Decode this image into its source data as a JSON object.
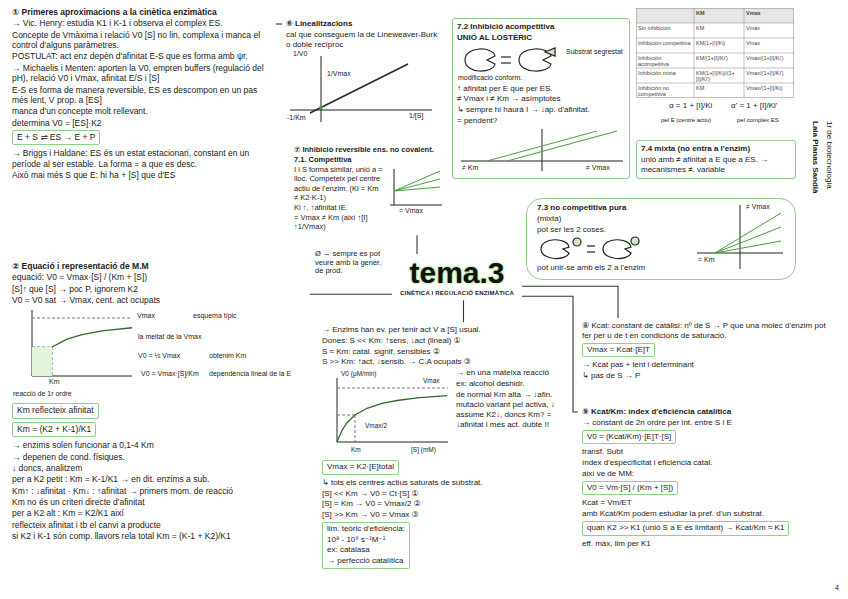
{
  "diagram": {
    "nodes": [
      {
        "text": [
          "tema.3",
          "CINÈTICA I REGULACIÓ ENZIMÀTICA"
        ]
      },
      {
        "text": [
          "① Primeres aproximacions a la cinètica enzimàtica",
          "→ Vic. Henry: estudia K1 i K-1 i observa el complex ES.",
          "Concepte de Vmàxima i relació V0 [S] no lin, complexa i manca el control d'alguns paràmetres.",
          "POSTULAT: act enz depèn d'afinitat E-S que es forma amb ψr.",
          "→ Michaelis i Menten: aporten la V0, empren buffers (regulació del pH), relació V0 i Vmax, afinitat E/S i [S]",
          "E-S es forma de manera reversible, ES es descompon en un pas més lent, V prop. a [ES]",
          "manca d'un concepte molt rellevant.",
          "determina V0 = [ES]·K2",
          "→ Briggs i Haldane: ES és un estat estacionari, constant en un període al ser estable. La forma = a que es desc.",
          "Això mai més S que E: hi ha + [S] que d'ES"
        ]
      },
      {
        "text": [
          "E + S ⇌ ES → E + P"
        ],
        "in": 1
      },
      {
        "text": [
          "② Equació i representació de M.M",
          "equació: V0 = Vmax·[S] / (Km + [S])",
          "[S]↑ que [S] → poc P, ignorem K2",
          "V0 = V0 sat → Vmax, cent. act ocupats",
          "→ enzims solen funcionar a 0,1-4 Km",
          "→ depenen de cond. físiques.",
          "↓ doncs, analitzem",
          "per a K2 petit : Km = K-1/K1 → en dit. enzims a sub.",
          "Km↑ : ↓afinitat · Km↓ : ↑afinitat → primers mom. de reacció",
          "Km no és un criteri directe d'afinitat",
          "per a K2 alt : Km = K2/K1 així",
          "reflecteix afinitat i tb el canvi a producte",
          "si K2 i K-1 són comp. llavors rela total Km = (K-1 + K2)/K1"
        ]
      },
      {
        "text": [
          "Km reflecteix afinitat"
        ],
        "in": 3
      },
      {
        "text": [
          "Km = (K2 + K-1)/K1"
        ],
        "in": 3
      },
      {
        "text": [
          "⑥ Linealitzacions",
          "cal que conseguem la de Lineweaver-Burk o doble recíproc"
        ]
      },
      {
        "text": [
          "⑦ Inhibició reversible ens. no covalent.",
          "7.1. Competitiva",
          "I i S forma similar, unió a = lloc. Competeix pel centre actiu de l'enzim. (Ki = Km ≠ K2·K-1)",
          "Ki ↑, ↑afinitat IE.",
          "= Vmax ≠ Km (així ↑[I] ↑1/Vmax)"
        ]
      },
      {
        "text": [
          "7.2 Inhibició acompetitiva",
          "UNIÓ AL LOSTÈRIC",
          "↑ afinitat per E que per ES.",
          "≠ Vmax i ≠ Km → asímptotes",
          "↳ sempre hi haurà I → ↓ap. d'afinitat.",
          "= pendent?"
        ]
      },
      {
        "text": [
          "7.4 mixta (no entra a l'enzim)",
          "unió amb ≠ afinitat a E que a ES. → mecanismes ≠. variable"
        ]
      },
      {
        "text": [
          "7.3 no competitiva pura",
          "(mixta)",
          "pot ser les 2 coses.",
          "pot unir-se amb els 2 a l'enzim"
        ]
      },
      {
        "text": [
          "→ Enzims han ev. per tenir act V a [S] usual.",
          "Dones: S << Km: ↑sens, ↓act (lineal) ①",
          "S ≈ Km: catal. signif, sensibles ②",
          "S >> Km: ↑act, ↓sensib. → C.A ocupats ③",
          "→ en una mateixa reacció",
          "ex: alcohol deshidr.",
          "de normal Km alta → ↓afin.",
          "mutació variant pel activa, ↓ assume K2↓, doncs Km? = ↓afinitat i més act. dubte !!",
          "↳ tots els centres actius saturats de substrat.",
          "[S] << Km → V0 = Ct·[S] ①",
          "[S] = Km → V0 = Vmax/2 ②",
          "[S] >> Km → V0 = Vmax ③"
        ]
      },
      {
        "text": [
          "Vmax = K2·[E]total"
        ],
        "in": 11
      },
      {
        "text": [
          "lim. teòric d'eficiència:",
          "10⁸ - 10⁹ s⁻¹M⁻¹",
          "ex: catalasa",
          "→ perfecció catalítica"
        ],
        "in": 11
      },
      {
        "text": [
          "⑧ Kcat: constant de catàlisi: nº de S → P que una molec d'enzim pot fer per u de t en condicions de saturació.",
          "→ Kcat pas + lent i determinant",
          "↳ pas de S → P"
        ]
      },
      {
        "text": [
          "Vmax = Kcat·[E]T"
        ],
        "in": 14
      },
      {
        "text": [
          "⑨ Kcat/Km: índex d'eficiència catalítica",
          "→ constant de 2n ordre per int. entre S i E",
          "transf. Subt",
          "índex d'especificitat i eficiència catal.",
          "així ve de MM:",
          "Kcat = Vm/ET",
          "amb Kcat/Km podem estudiar la pref. d'un substrat.",
          "eff. màx, lim per K1"
        ]
      },
      {
        "text": [
          "V0 = (Kcat/Km)·[E]T·[S]"
        ],
        "in": 16
      },
      {
        "text": [
          "V0 = Vm·[S] / (Km + [S])"
        ],
        "in": 16
      },
      {
        "text": [
          "quan K2 >> K1 (unió S a E és limitant) → Kcat/Km ≈ K1"
        ],
        "in": 16
      }
    ],
    "edges": [
      {
        "from": 0,
        "to": 7,
        "arrow": "none"
      },
      {
        "from": 0,
        "to": 3,
        "arrow": "none"
      },
      {
        "from": 0,
        "to": 11,
        "arrow": "none"
      },
      {
        "from": 0,
        "to": 14,
        "arrow": "none"
      },
      {
        "from": 0,
        "to": 16,
        "arrow": "none"
      },
      {
        "from": 1,
        "to": 6,
        "arrow": "none"
      }
    ],
    "labels": [
      "1/V0",
      "1/[S]",
      "1/Vmax",
      "-1/Km",
      "= Vmax",
      "modificació conform.",
      "Substrat segrestat",
      "≠ Km",
      "≠ Vmax",
      "V0 (μM/min)",
      "[S] (mM)",
      "Vmax",
      "Km",
      "Vmax/2",
      "Vmax",
      "esquema típic",
      "la meitat de la Vmax",
      "V0 = ½ Vmax",
      "obtenim Km",
      "Km",
      "reacció de 1r ordre",
      "V0 = Vmax·[S]/Km",
      "dependència lineal de la E",
      "≠ Vmax",
      "= Km",
      "KM",
      "Vmax",
      "Sin inhibición",
      "KM",
      "Vmax",
      "Inhibición competitiva",
      "KM(1+[I]/Ki)",
      "Vmax",
      "Inhibición acompetitiva",
      "KM/(1+[I]/Ki')",
      "Vmax/(1+[I]/Ki')",
      "Inhibición mixta",
      "KM(1+[I]/Ki)/(1+[I]/Ki')",
      "Vmax/(1+[I]/Ki')",
      "Inhibición no competitiva",
      "KM",
      "Vmax/(1+[I]/Ki)",
      "α = 1 + [I]/Ki",
      "α' = 1 + [I]/Ki'",
      "pel E (centre actiu)",
      "pel complex ES",
      "Ø → sempre es pot veure amb la gener. de prod.",
      "Laia Planas Sandià",
      "1r de biotecnologia",
      "4"
    ]
  }
}
